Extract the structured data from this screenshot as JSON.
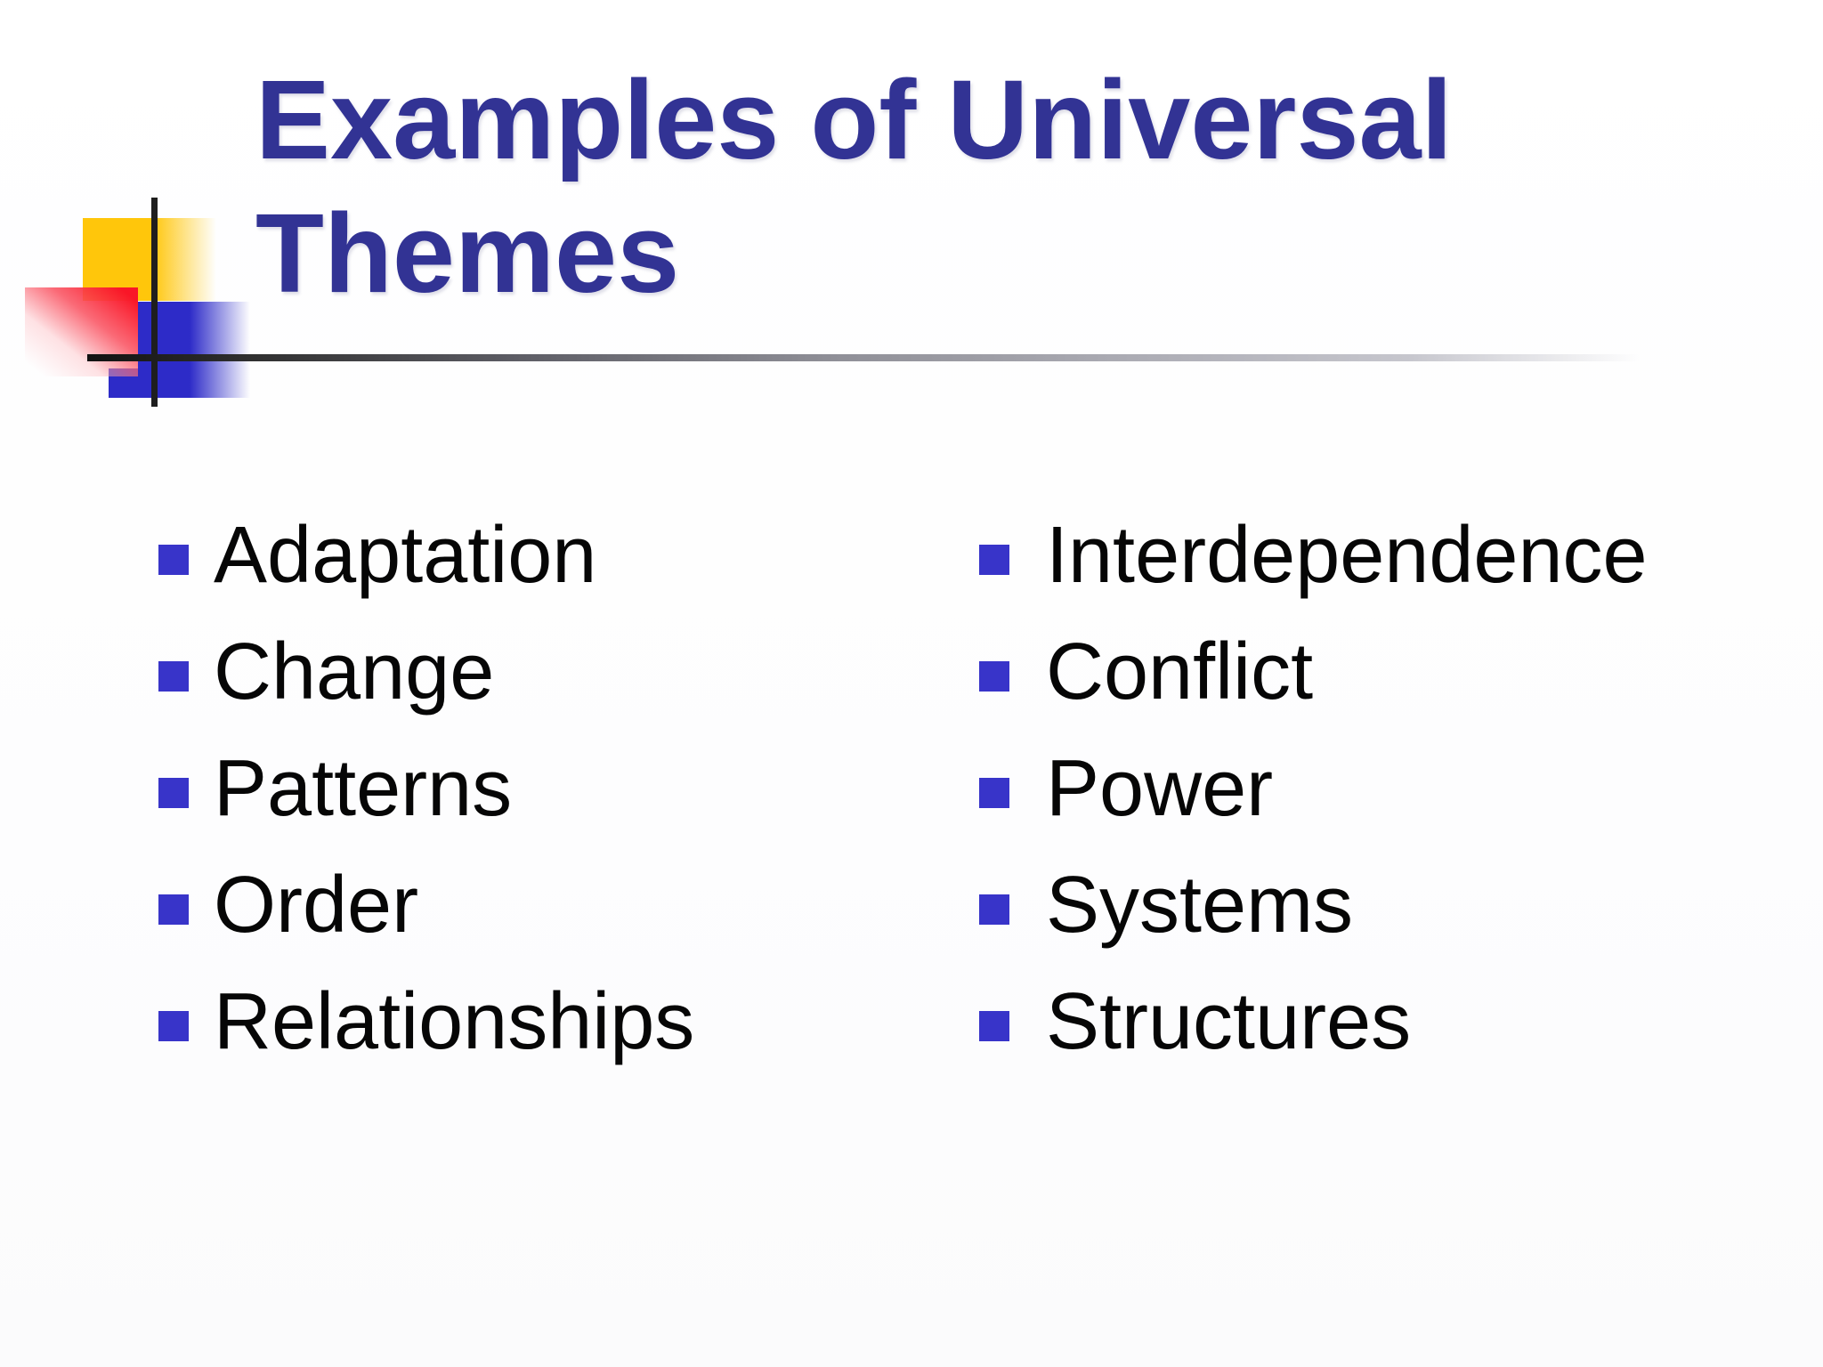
{
  "slide": {
    "title": {
      "line1": "Examples of Universal",
      "line2": "Themes"
    },
    "bullets": {
      "left": [
        "Adaptation",
        "Change",
        "Patterns",
        "Order",
        "Relationships"
      ],
      "right": [
        "Interdependence",
        "Conflict",
        "Power",
        "Systems",
        "Structures"
      ]
    },
    "colors": {
      "title_text": "#323394",
      "body_text": "#060606",
      "bullet_square": "#3834c9",
      "deco_yellow": "#ffc60b",
      "deco_red": "#f91627",
      "deco_blue": "#2d2bc8",
      "crosshair_line": "#1e1e1e",
      "background": "#ffffff"
    }
  }
}
